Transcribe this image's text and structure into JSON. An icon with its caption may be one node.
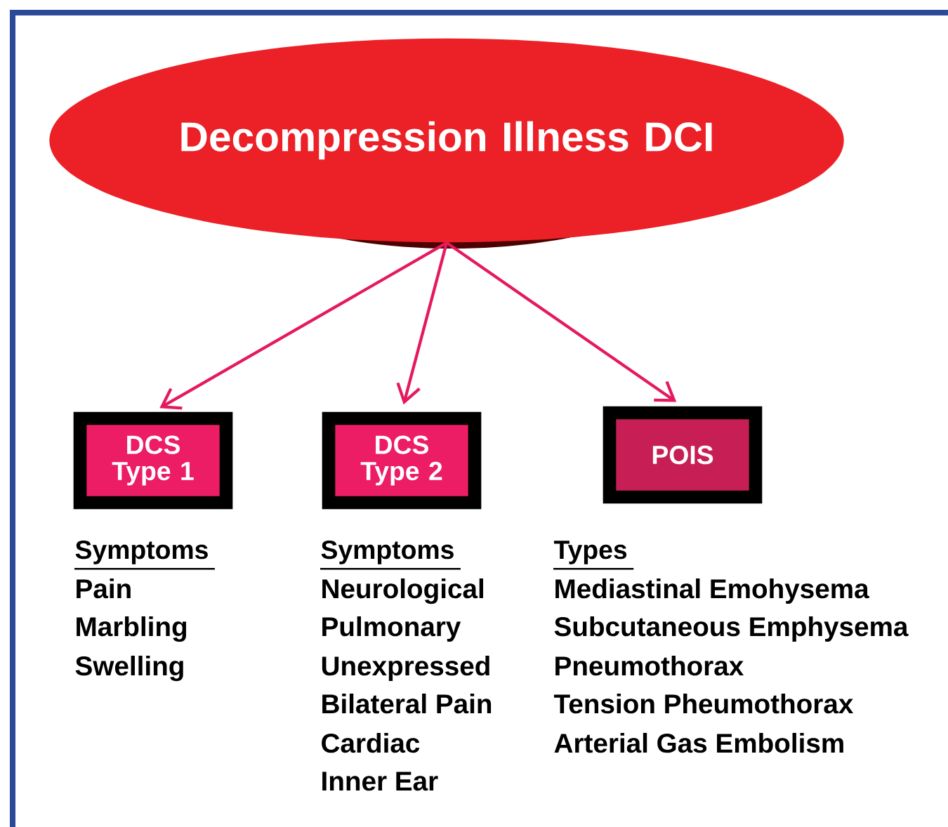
{
  "diagram": {
    "nodes": [
      {
        "text": [
          "Decompression Illness DCI"
        ]
      },
      {
        "text": [
          "DCS Type 1"
        ],
        "beside": [
          "Symptoms",
          "Pain",
          "Marbling",
          "Swelling"
        ]
      },
      {
        "text": [
          "DCS Type 2"
        ],
        "beside": [
          "Symptoms",
          "Neurological",
          "Pulmonary",
          "Unexpressed",
          "Bilateral Pain",
          "Cardiac",
          "Inner Ear"
        ]
      },
      {
        "text": [
          "POIS"
        ],
        "beside": [
          "Types",
          "Mediastinal Emohysema",
          "Subcutaneous Emphysema",
          "Pneumothorax",
          "Tension Pheumothorax",
          "Arterial Gas Embolism"
        ]
      }
    ],
    "edges": [
      {
        "from": 0,
        "to": 1,
        "arrow": "to"
      },
      {
        "from": 0,
        "to": 2,
        "arrow": "to"
      },
      {
        "from": 0,
        "to": 3,
        "arrow": "to"
      }
    ]
  }
}
